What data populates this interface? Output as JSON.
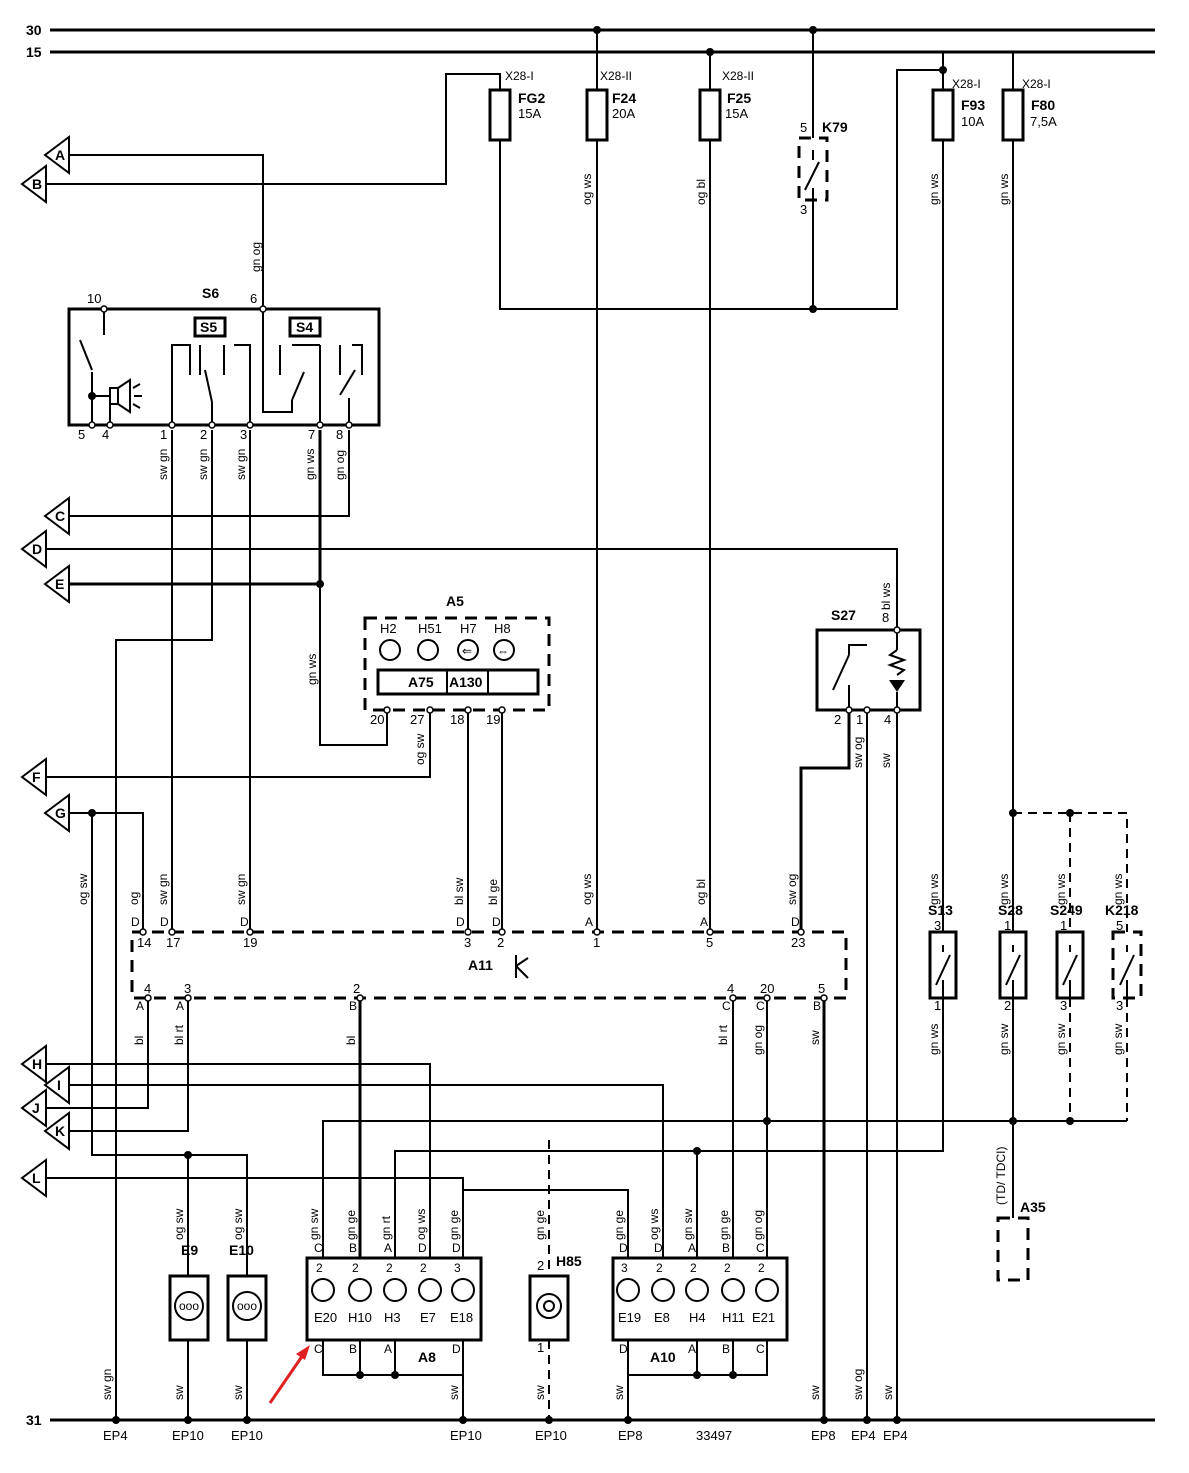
{
  "rails": {
    "rail_30": "30",
    "rail_15": "15",
    "rail_31": "31"
  },
  "connectors": [
    "A",
    "B",
    "C",
    "D",
    "E",
    "F",
    "G",
    "H",
    "I",
    "J",
    "K",
    "L"
  ],
  "fuses": [
    {
      "ref": "X28-I",
      "name": "FG2",
      "rating": "15A"
    },
    {
      "ref": "X28-II",
      "name": "F24",
      "rating": "20A"
    },
    {
      "ref": "X28-II",
      "name": "F25",
      "rating": "15A"
    },
    {
      "ref": "X28-I",
      "name": "F93",
      "rating": "10A"
    },
    {
      "ref": "X28-I",
      "name": "F80",
      "rating": "7,5A"
    }
  ],
  "relay_k79": {
    "name": "K79",
    "pin_top": "5",
    "pin_bottom": "3"
  },
  "s6": {
    "name": "S6",
    "sub1": "S5",
    "sub2": "S4",
    "pins_top": [
      "10",
      "6"
    ],
    "pins_bottom": [
      "5",
      "4",
      "1",
      "2",
      "3",
      "7",
      "8"
    ]
  },
  "a5": {
    "name": "A5",
    "lamps": [
      "H2",
      "H51",
      "H7",
      "H8"
    ],
    "sub1": "A75",
    "sub2": "A130",
    "pins": [
      "20",
      "27",
      "18",
      "19"
    ]
  },
  "s27": {
    "name": "S27",
    "pins": [
      "8",
      "2",
      "1",
      "4"
    ]
  },
  "a11": {
    "name": "A11",
    "top_pins": [
      "14",
      "17",
      "19",
      "3",
      "2",
      "1",
      "5",
      "23"
    ],
    "top_letters": [
      "D",
      "D",
      "D",
      "D",
      "D",
      "A",
      "A",
      "D"
    ],
    "bottom_pins": [
      "4",
      "3",
      "2",
      "4",
      "20",
      "5"
    ],
    "bottom_letters": [
      "A",
      "A",
      "B",
      "C",
      "C",
      "B"
    ]
  },
  "switches": [
    {
      "name": "S13",
      "pin_top": "3",
      "pin_bottom": "1"
    },
    {
      "name": "S28",
      "pin_top": "1",
      "pin_bottom": "2"
    },
    {
      "name": "S249",
      "pin_top": "1",
      "pin_bottom": "3"
    },
    {
      "name": "K218",
      "pin_top": "5",
      "pin_bottom": "3"
    }
  ],
  "a35": {
    "name": "A35",
    "note": "(TD/ TDCI)"
  },
  "lamps_small": [
    {
      "name": "E9",
      "wire": "og sw",
      "pin": "sw"
    },
    {
      "name": "E10",
      "wire": "og sw",
      "pin": "sw"
    },
    {
      "name": "H85",
      "wire": "gn ge",
      "pin_top": "2",
      "pin_bottom": "1"
    }
  ],
  "a8": {
    "name": "A8",
    "items": [
      "E20",
      "H10",
      "H3",
      "E7",
      "E18"
    ],
    "top_letters": [
      "C",
      "B",
      "A",
      "D",
      "D"
    ],
    "top_pins": [
      "2",
      "2",
      "2",
      "2",
      "3"
    ],
    "bottom_letters": [
      "C",
      "B",
      "A",
      "D"
    ],
    "wires": [
      "gn sw",
      "gn ge",
      "gn rt",
      "og ws",
      "gn ge"
    ]
  },
  "a10": {
    "name": "A10",
    "items": [
      "E19",
      "E8",
      "H4",
      "H11",
      "E21"
    ],
    "top_letters": [
      "D",
      "D",
      "A",
      "B",
      "C"
    ],
    "top_pins": [
      "3",
      "2",
      "2",
      "2",
      "2"
    ],
    "bottom_letters": [
      "D",
      "A",
      "B",
      "C"
    ],
    "wires": [
      "gn ge",
      "og ws",
      "gn sw",
      "gn ge",
      "gn og"
    ]
  },
  "wire_colors": {
    "w_gnog": "gn og",
    "w_swgn1": "sw gn",
    "w_swgn2": "sw gn",
    "w_swgn3": "sw gn",
    "w_gnws1": "gn ws",
    "w_gnog2": "gn og",
    "w_gnws2": "gn ws",
    "w_ogsw": "og sw",
    "w_blsw": "bl sw",
    "w_blge": "bl ge",
    "w_ogws_f24": "og ws",
    "w_ogbl_f25": "og bl",
    "w_ogws_top": "og ws",
    "w_ogbl_top": "og bl",
    "w_gnws_f93": "gn ws",
    "w_gnws_f80": "gn ws",
    "w_blws": "bl ws",
    "w_swog_s27": "sw og",
    "w_sw_s27": "sw",
    "w_swog_a11": "sw og",
    "w_og": "og",
    "w_swgn_a11": "sw gn",
    "w_swgn_19": "sw gn",
    "w_ogsw_g": "og sw",
    "w_bl1": "bl",
    "w_blrt1": "bl rt",
    "w_bl2": "bl",
    "w_blrt2": "bl rt",
    "w_gnog_20": "gn og",
    "w_sw_5": "sw",
    "w_gnws_s13a": "gn ws",
    "w_gnws_s13b": "gn ws",
    "w_gnws_s28": "gn ws",
    "w_gnsw_s28": "gn sw",
    "w_gnws_s249": "gn ws",
    "w_gnsw_s249": "gn sw",
    "w_gnws_k218": "gn ws",
    "w_gnsw_k218": "gn sw",
    "w_swgn_ep4": "sw gn",
    "w_sw_e9": "sw",
    "w_sw_e10": "sw",
    "w_sw_a8": "sw",
    "w_sw_h85": "sw",
    "w_sw_a10": "sw",
    "w_sw_ep8": "sw",
    "w_swog_ep4": "sw og",
    "w_sw_ep4b": "sw",
    "w_ogws_k79": "og ws",
    "w_ogbl_k79": "og bl"
  },
  "ground_labels": [
    "EP4",
    "EP10",
    "EP10",
    "EP10",
    "EP10",
    "EP8",
    "33497",
    "EP8",
    "EP4",
    "EP4"
  ]
}
